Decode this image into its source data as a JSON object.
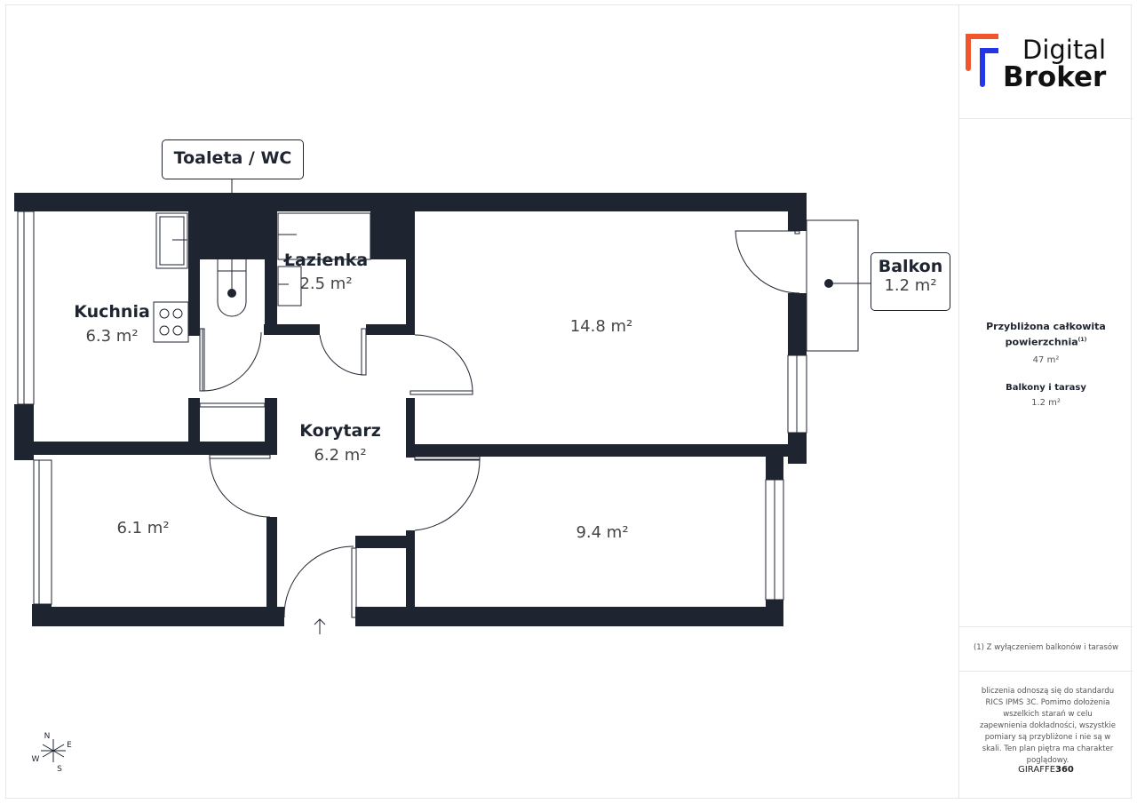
{
  "logo": {
    "line1": "Digital",
    "line2": "Broker",
    "colors": {
      "orange": "#f0552b",
      "blue": "#2435e6"
    }
  },
  "rooms": {
    "kitchen": {
      "name": "Kuchnia",
      "area": "6.3 m²"
    },
    "bathroom": {
      "name": "Łazienka",
      "area": "2.5 m²"
    },
    "corridor": {
      "name": "Korytarz",
      "area": "6.2 m²"
    },
    "living": {
      "area": "14.8 m²"
    },
    "bedroom_small": {
      "area": "6.1 m²"
    },
    "bedroom": {
      "area": "9.4 m²"
    }
  },
  "callouts": {
    "toilet": "Toaleta / WC",
    "balcony_name": "Balkon",
    "balcony_area": "1.2 m²"
  },
  "compass": {
    "n": "N",
    "e": "E",
    "s": "S",
    "w": "W"
  },
  "summary": {
    "total_label_1": "Przybliżona całkowita",
    "total_label_2": "powierzchnia",
    "total_note_mark": "(1)",
    "total_value": "47 m²",
    "balconies_label": "Balkony i tarasy",
    "balconies_value": "1.2 m²",
    "footnote": "(1) Z wyłączeniem balkonów i tarasów",
    "disclaimer": "bliczenia odnoszą się do standardu RICS IPMS 3C. Pomimo dołożenia wszelkich starań w celu zapewnienia dokładności, wszystkie pomiary są przybliżone i nie są w skali. Ten plan piętra ma charakter poglądowy.",
    "brand_a": "GIRAFFE",
    "brand_b": "360"
  },
  "colors": {
    "wall": "#1e2430"
  }
}
